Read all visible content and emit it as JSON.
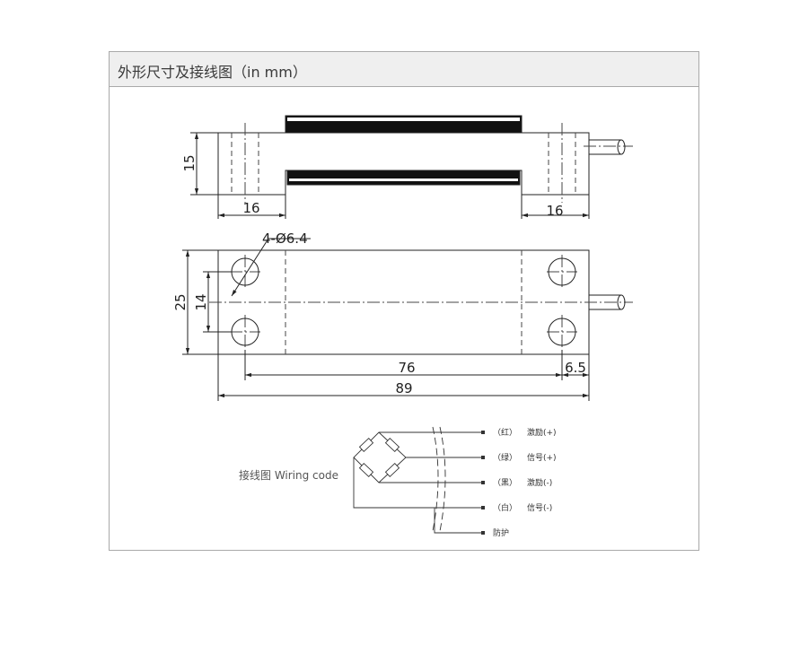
{
  "header": {
    "title": "外形尺寸及接线图（in mm）"
  },
  "wiring": {
    "label": "接线图 Wiring code",
    "outputs": [
      {
        "color": "（红）",
        "signal": "激励(+)"
      },
      {
        "color": "（绿）",
        "signal": "信号(+)"
      },
      {
        "color": "（黑）",
        "signal": "激励(-)"
      },
      {
        "color": "（白）",
        "signal": "信号(-)"
      }
    ],
    "shield": "防护"
  },
  "dimensions": {
    "side_height": "15",
    "left_foot": "16",
    "right_foot": "16",
    "hole_spec": "4-Ø6.4",
    "width_outer": "25",
    "width_holes": "14",
    "hole_pitch": "76",
    "hole_offset": "6.5",
    "length": "89"
  }
}
